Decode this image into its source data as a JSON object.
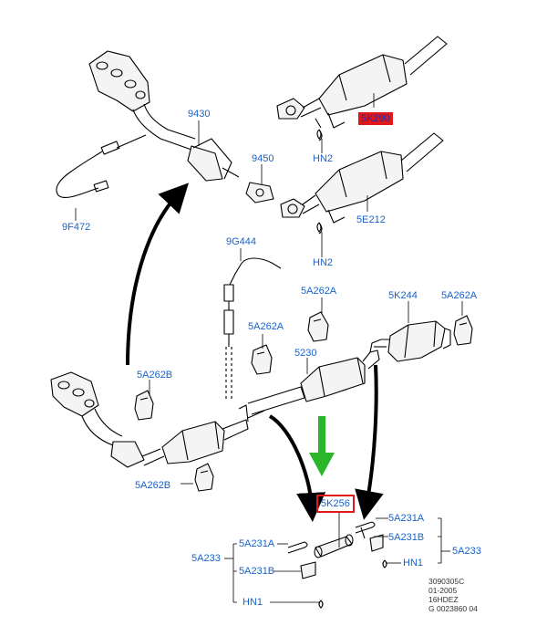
{
  "colors": {
    "label": "#1a62c8",
    "highlight_box": "#e01818",
    "pointer_arrow": "#2bb52b",
    "line": "#000000"
  },
  "labels": {
    "p_9430": "9430",
    "p_5k290": "5K290",
    "p_hn2_top": "HN2",
    "p_9450": "9450",
    "p_hn2_mid": "HN2",
    "p_5e212": "5E212",
    "p_9f472": "9F472",
    "p_9g444": "9G444",
    "p_5a262a_l": "5A262A",
    "p_5a262a_m": "5A262A",
    "p_5k244": "5K244",
    "p_5a262a_r": "5A262A",
    "p_5230": "5230",
    "p_5a262b_top": "5A262B",
    "p_5a262b_bot": "5A262B",
    "p_5k256": "5K256",
    "p_5a231a_r": "5A231A",
    "p_5a231b_r": "5A231B",
    "p_hn1_r": "HN1",
    "p_5a233_r": "5A233",
    "p_5a231a_l": "5A231A",
    "p_5a233_l": "5A233",
    "p_5a231b_l": "5A231B",
    "p_hn1_l": "HN1"
  },
  "metadata_block": {
    "line1": "3090305C",
    "line2": "01-2005",
    "line3": "16HDEZ",
    "line4": "G 0023860 04"
  }
}
